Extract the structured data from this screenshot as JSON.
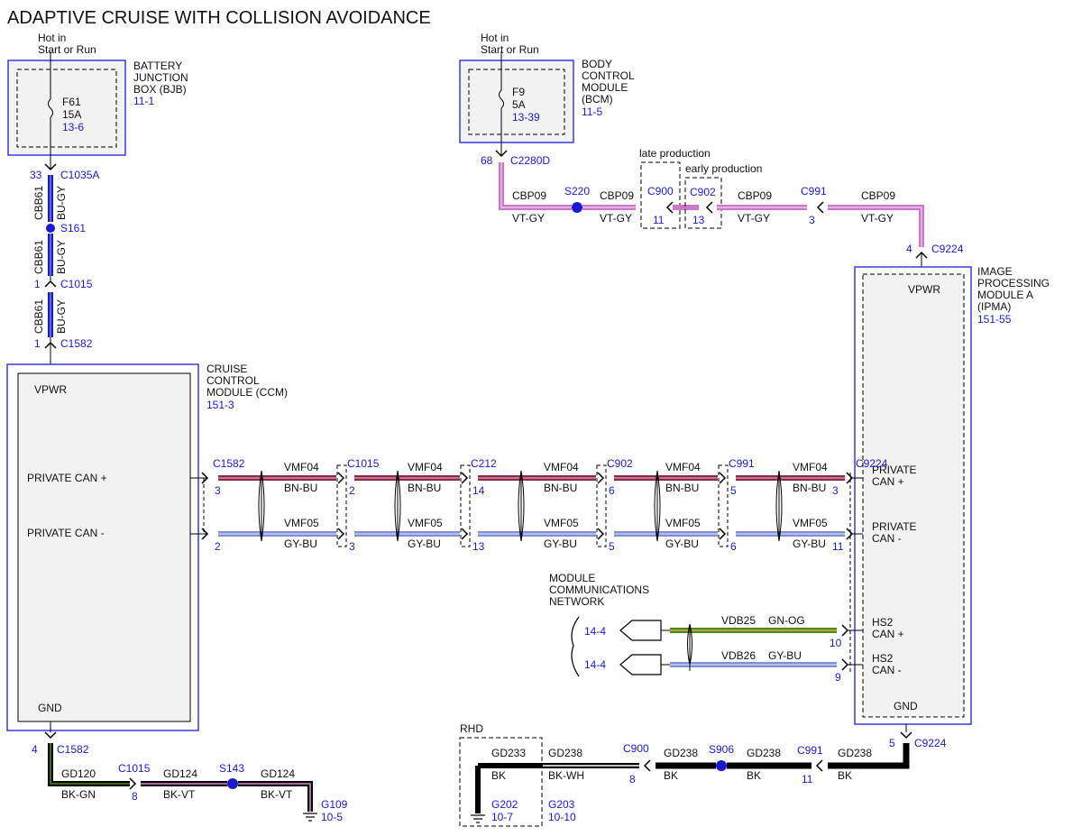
{
  "title": "ADAPTIVE CRUISE WITH COLLISION AVOIDANCE",
  "colors": {
    "connector_ref": "#1a1acc",
    "module_border": "#3a3adf",
    "module_fill": "#f2f2f2",
    "wire_blue": "#1a1acc",
    "wire_violet": "#d98ad6",
    "wire_pink": "#cc77cc",
    "wire_dark_red": "#8a2a4a",
    "wire_gray_blue": "#7f8fd6",
    "wire_green": "#4a8a18",
    "wire_black": "#000000"
  },
  "modules": {
    "bjb": {
      "name": "BATTERY\nJUNCTION\nBOX (BJB)",
      "ref": "11-1",
      "power": "Hot in\nStart or Run",
      "fuse": "F61",
      "fuse_rating": "15A",
      "fuse_ref": "13-6"
    },
    "bcm": {
      "name": "BODY\nCONTROL\nMODULE\n(BCM)",
      "ref": "11-5",
      "power": "Hot in\nStart or Run",
      "fuse": "F9",
      "fuse_rating": "5A",
      "fuse_ref": "13-39"
    },
    "ccm": {
      "name": "CRUISE\nCONTROL\nMODULE (CCM)",
      "ref": "151-3",
      "vpwr": "VPWR",
      "can_plus": "PRIVATE CAN +",
      "can_minus": "PRIVATE CAN -",
      "gnd": "GND"
    },
    "ipma": {
      "name": "IMAGE\nPROCESSING\nMODULE A\n(IPMA)",
      "ref": "151-55",
      "vpwr": "VPWR",
      "can_plus": "PRIVATE\nCAN +",
      "can_minus": "PRIVATE\nCAN -",
      "hs2_plus": "HS2\nCAN +",
      "hs2_minus": "HS2\nCAN -",
      "gnd": "GND"
    }
  },
  "left_power": {
    "c1035a_pin": "33",
    "c1035a": "C1035A",
    "circuit": "CBB61",
    "color": "BU-GY",
    "splice": "S161",
    "c1015_pin": "1",
    "c1015": "C1015",
    "c1582_pin": "1",
    "c1582": "C1582"
  },
  "right_power": {
    "c2280d_pin": "68",
    "c2280d": "C2280D",
    "circuit": "CBP09",
    "color": "VT-GY",
    "splice": "S220",
    "late_production": "late production",
    "early_production": "early production",
    "c900": "C900",
    "c900_pin": "11",
    "c902": "C902",
    "c902_pin": "13",
    "c991": "C991",
    "c991_pin": "3",
    "c9224_pin": "4",
    "c9224": "C9224"
  },
  "can_bus": {
    "connectors": [
      {
        "name": "C1582",
        "pin_plus": "3",
        "pin_minus": "2"
      },
      {
        "name": "C1015",
        "pin_plus": "2",
        "pin_minus": "3"
      },
      {
        "name": "C212",
        "pin_plus": "14",
        "pin_minus": "13"
      },
      {
        "name": "C902",
        "pin_plus": "6",
        "pin_minus": "5"
      },
      {
        "name": "C991",
        "pin_plus": "5",
        "pin_minus": "6"
      },
      {
        "name": "C9224",
        "pin_plus": "3",
        "pin_minus": "11"
      }
    ],
    "plus_circuit": "VMF04",
    "plus_color": "BN-BU",
    "minus_circuit": "VMF05",
    "minus_color": "GY-BU"
  },
  "mcn": {
    "label": "MODULE\nCOMMUNICATIONS\nNETWORK",
    "ref_plus": "14-4",
    "ref_minus": "14-4",
    "plus_circuit": "VDB25",
    "plus_color": "GN-OG",
    "plus_pin": "10",
    "minus_circuit": "VDB26",
    "minus_color": "GY-BU",
    "minus_pin": "9"
  },
  "left_ground": {
    "c1582_pin": "4",
    "c1582": "C1582",
    "c1015": "C1015",
    "c1015_pin": "8",
    "splice": "S143",
    "wire1_circuit": "GD120",
    "wire1_color": "BK-GN",
    "wire2_circuit": "GD124",
    "wire2_color": "BK-VT",
    "wire3_circuit": "GD124",
    "wire3_color": "BK-VT",
    "ground": "G109",
    "ground_ref": "10-5"
  },
  "right_ground": {
    "c9224_pin": "5",
    "c9224": "C9224",
    "c991": "C991",
    "c991_pin": "11",
    "splice": "S906",
    "c900": "C900",
    "c900_pin": "8",
    "rhd": "RHD",
    "gd233": "GD233",
    "gd233_color": "BK",
    "gd238a": "GD238",
    "gd238a_color": "BK-WH",
    "gd238b": "GD238",
    "gd238b_color": "BK",
    "gd238c": "GD238",
    "gd238c_color": "BK",
    "gd238d": "GD238",
    "gd238d_color": "BK",
    "g202": "G202",
    "g202_ref": "10-7",
    "g203": "G203",
    "g203_ref": "10-10"
  }
}
